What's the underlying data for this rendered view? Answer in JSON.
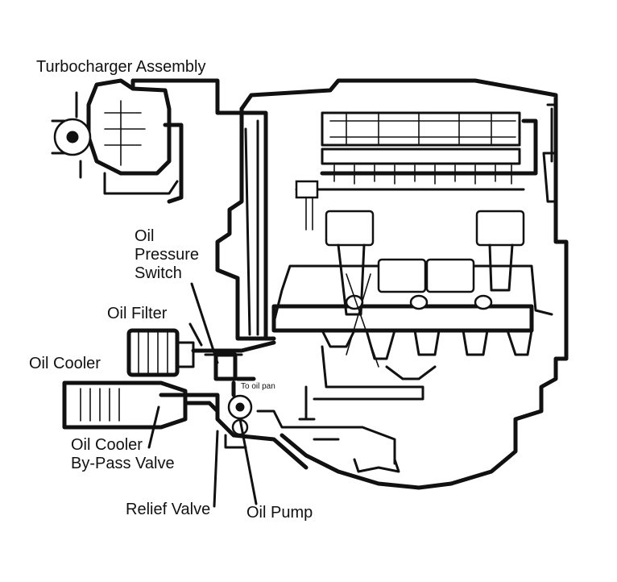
{
  "labels": {
    "turbocharger": "Turbocharger Assembly",
    "oil_pressure_switch": [
      "Oil",
      "Pressure",
      "Switch"
    ],
    "oil_filter": "Oil Filter",
    "oil_cooler": "Oil Cooler",
    "to_oil_pan": "To oil pan",
    "bypass_valve": [
      "Oil Cooler",
      "By-Pass Valve"
    ],
    "relief_valve": "Relief Valve",
    "oil_pump": "Oil Pump"
  },
  "colors": {
    "ink": "#111111",
    "background": "#ffffff"
  }
}
